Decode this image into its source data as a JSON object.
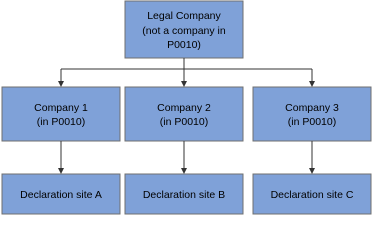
{
  "diagram": {
    "root": {
      "line1": "Legal Company",
      "line2": "(not a company in",
      "line3": "P0010)"
    },
    "companies": [
      {
        "line1": "Company 1",
        "line2": "(in P0010)"
      },
      {
        "line1": "Company 2",
        "line2": "(in P0010)"
      },
      {
        "line1": "Company 3",
        "line2": "(in P0010)"
      }
    ],
    "sites": [
      {
        "label": "Declaration site A"
      },
      {
        "label": "Declaration site B"
      },
      {
        "label": "Declaration site C"
      }
    ],
    "colors": {
      "box_fill": "#7fa1d8",
      "box_border": "#6f6f6f",
      "connector": "#333333"
    }
  }
}
